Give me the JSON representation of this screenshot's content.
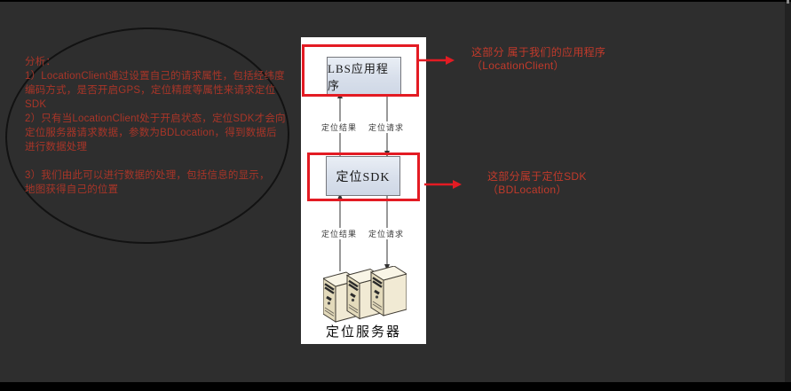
{
  "meta": {
    "background_color": "#2e2e2e",
    "frame_color": "#000000"
  },
  "colors": {
    "highlight_red": "#e31b23",
    "callout_text_red": "#c23a2b",
    "analysis_text_red": "#a93528",
    "panel_white": "#ffffff",
    "node_fill": "#dde4ee",
    "node_border": "#76777d",
    "connector_gray": "#555555",
    "ellipse_black": "#121212"
  },
  "analysis_note": {
    "text": "分析：\n1）LocationClient通过设置自己的请求属性，包括经纬度\n编码方式，是否开启GPS，定位精度等属性来请求定位\nSDK\n2）只有当LocationClient处于开启状态，定位SDK才会向\n定位服务器请求数据，参数为BDLocation，得到数据后\n进行数据处理\n\n3）我们由此可以进行数据的处理，包括信息的显示，\n地图获得自己的位置"
  },
  "diagram": {
    "nodes": {
      "app": "LBS应用程序",
      "sdk": "定位SDK",
      "server": "定位服务器"
    },
    "links": {
      "app_sdk_result": "定位结果",
      "app_sdk_request": "定位请求",
      "sdk_server_result": "定位结果",
      "sdk_server_request": "定位请求"
    },
    "icons": {
      "server": "server-tower-icon",
      "callout_arrow": "arrow-right-icon"
    }
  },
  "callouts": {
    "app": {
      "text": "这部分 属于我们的应用程序\n（LocationClient）"
    },
    "sdk": {
      "text": "这部分属于定位SDK\n（BDLocation）"
    }
  }
}
